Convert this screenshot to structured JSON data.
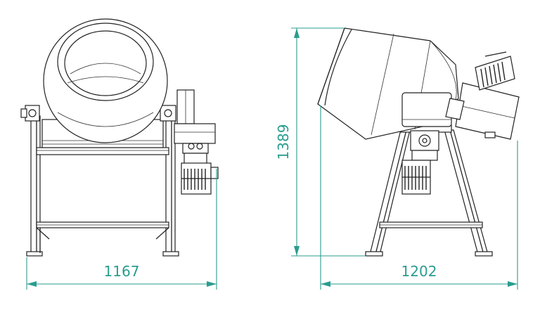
{
  "dimensions": {
    "front_width": "1167",
    "side_width": "1202",
    "height": "1389"
  },
  "colors": {
    "line": "#222222",
    "dimension": "#2a9d8f",
    "background": "#ffffff"
  }
}
